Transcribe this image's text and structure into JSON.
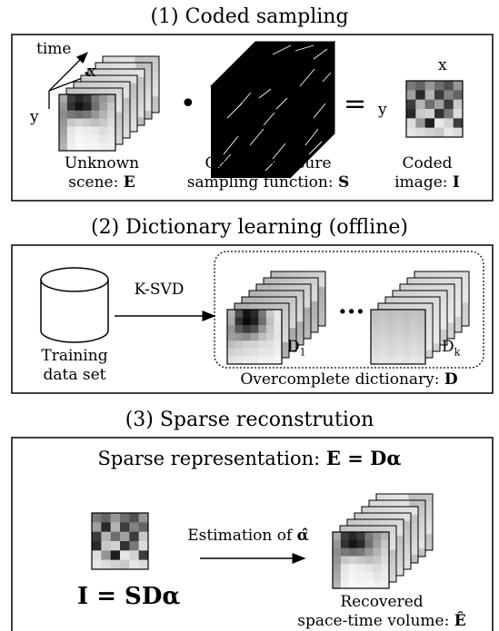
{
  "sections": [
    {
      "title": "(1) Coded sampling"
    },
    {
      "title": "(2) Dictionary learning (offline)"
    },
    {
      "title": "(3) Sparse reconstrution"
    }
  ],
  "s1": {
    "time_axis": "time",
    "x_axis": "x",
    "y_axis": "y",
    "scene_label_1": "Unknown",
    "scene_label_2_prefix": "scene: ",
    "scene_symbol": "E",
    "operator_dot": "•",
    "sampling_label_1": "Coded exposure",
    "sampling_label_2_prefix": "sampling function: ",
    "sampling_symbol": "S",
    "equals": "=",
    "image_x_axis": "x",
    "image_y_axis": "y",
    "coded_label_1": "Coded",
    "coded_label_2_prefix": "image: ",
    "coded_symbol": "I"
  },
  "s2": {
    "arrow_label": "K-SVD",
    "training_label_1": "Training",
    "training_label_2": "data set",
    "ellipsis": "...",
    "d1_label": "D",
    "d1_sub": "1",
    "dk_label": "D",
    "dk_sub": "k",
    "dictionary_label_prefix": "Overcomplete dictionary: ",
    "dictionary_symbol": "D"
  },
  "s3": {
    "representation_prefix": "Sparse representation: ",
    "representation_eq": "E = Dα",
    "estimation_prefix": "Estimation of ",
    "estimation_symbol": "α̂",
    "lhs_eq": "I = SDα",
    "recovered_label_1": "Recovered",
    "recovered_label_2_prefix": "space-time volume: ",
    "recovered_symbol": "Ê"
  }
}
